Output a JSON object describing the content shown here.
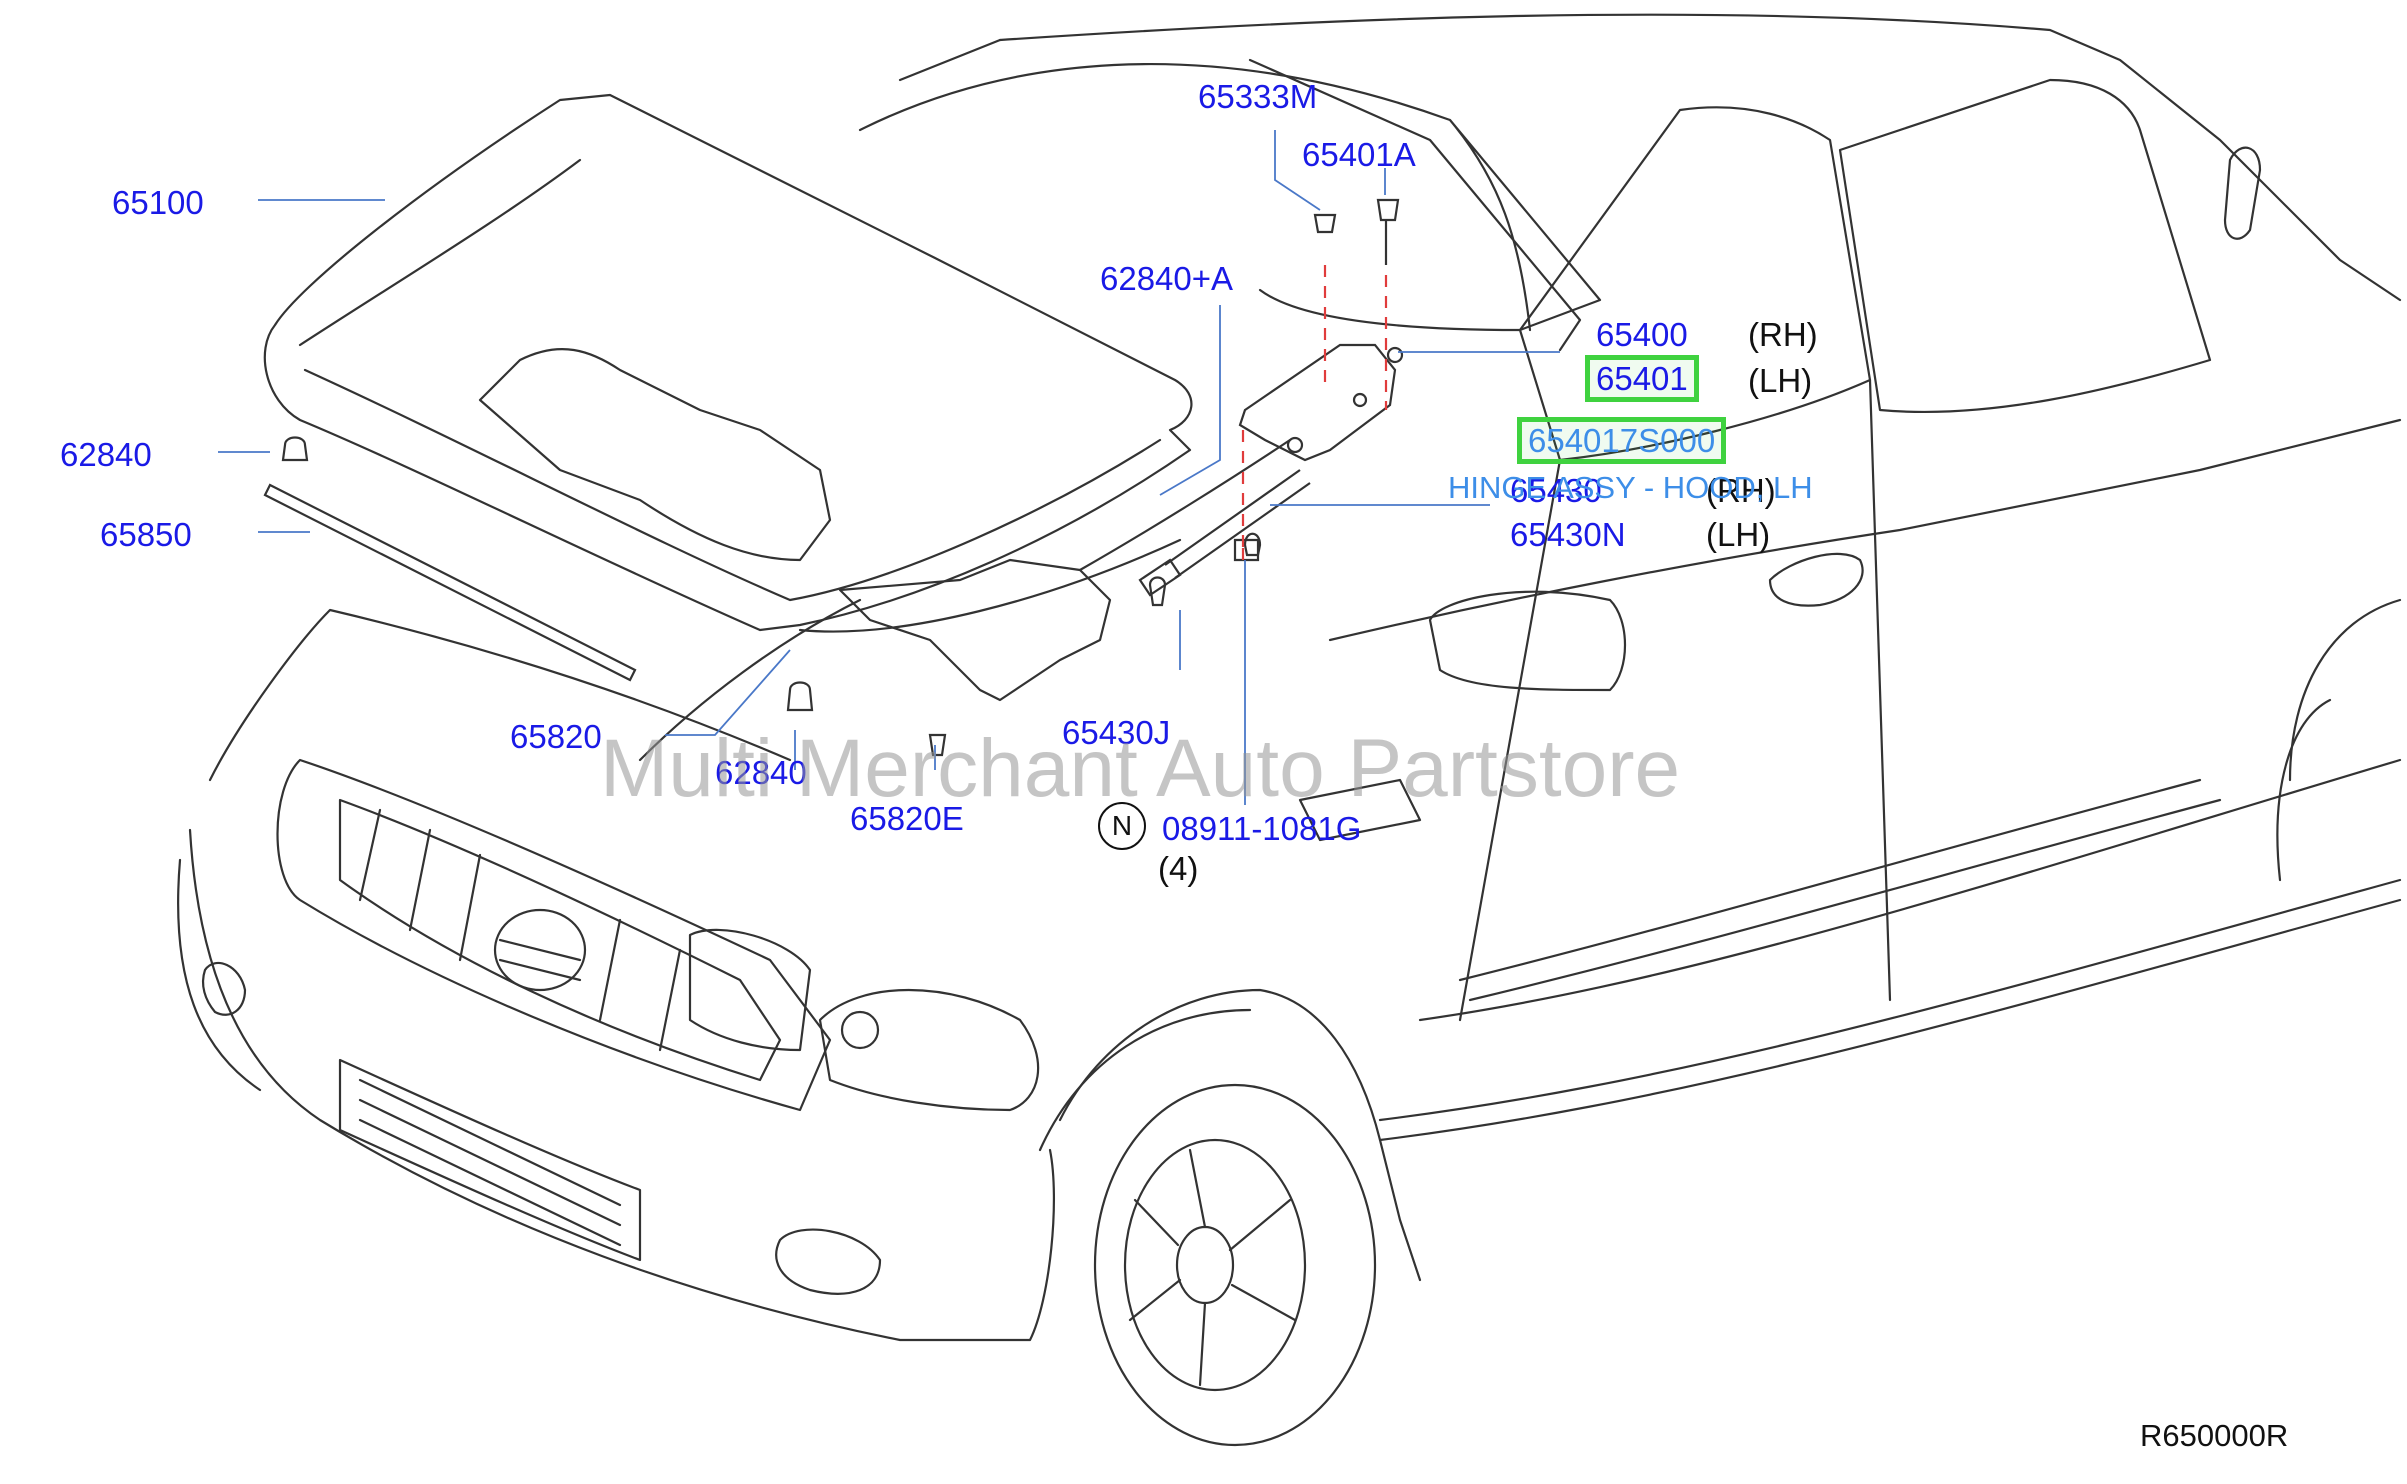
{
  "watermark": "Multi Merchant Auto Partstore",
  "diagram_code": "R650000R",
  "note_symbol": "N",
  "selected_part": {
    "part_no": "654017S000",
    "description": "HINGE ASSY - HOOD, LH"
  },
  "parts": {
    "p65100": "65100",
    "p62840_left": "62840",
    "p65850": "65850",
    "p65820": "65820",
    "p62840_bottom": "62840",
    "p65820E": "65820E",
    "p65333M": "65333M",
    "p65401A": "65401A",
    "p62840A": "62840+A",
    "p65430J": "65430J",
    "p08911": "08911-1081G",
    "qty_08911": "(4)",
    "p65400": "65400",
    "p65401": "65401",
    "p65430": "65430",
    "p65430N": "65430N"
  },
  "sides": {
    "rh1": "(RH)",
    "lh1": "(LH)",
    "rh2": "(RH)",
    "lh2": "(LH)"
  },
  "colors": {
    "label": "#1a1ae6",
    "highlight_border": "#3fd23f",
    "description_text": "#3d8ee8",
    "lines": "#333333",
    "dashed": "#e03c3c"
  }
}
